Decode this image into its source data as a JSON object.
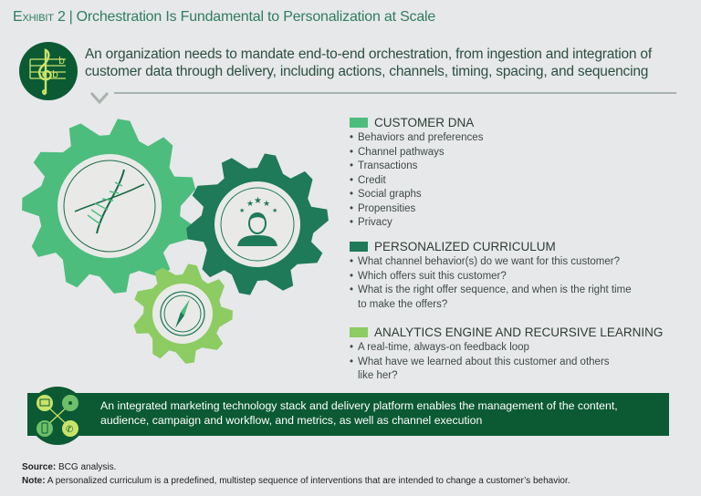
{
  "header": {
    "exhibit": "Exhibit 2",
    "title": "Orchestration Is Fundamental to Personalization at Scale",
    "intro": "An organization needs to mandate end-to-end orchestration, from ingestion and integration of customer data through delivery, including actions, channels, timing, spacing, and sequencing"
  },
  "icons": {
    "intro": "music-score-icon",
    "gear1": "dna-icon",
    "gear2": "customer-rating-icon",
    "gear3": "compass-icon",
    "bar": "channels-network-icon"
  },
  "colors": {
    "background": "#e7e8ea",
    "dna": "#4dbd7e",
    "curriculum": "#1e7a58",
    "analytics": "#8ccc62",
    "dark": "#0b5a33",
    "title": "#2f7d5e"
  },
  "sections": [
    {
      "heading": "CUSTOMER DNA",
      "items": [
        "Behaviors and preferences",
        "Channel pathways",
        "Transactions",
        "Credit",
        "Social graphs",
        "Propensities",
        "Privacy"
      ]
    },
    {
      "heading": "PERSONALIZED CURRICULUM",
      "items": [
        "What channel behavior(s) do we want for this customer?",
        "Which offers suit this customer?",
        "What is the right offer sequence, and when is the right time to make the offers?"
      ]
    },
    {
      "heading": "ANALYTICS ENGINE AND RECURSIVE LEARNING",
      "items": [
        "A real-time, always-on feedback loop",
        "What have we learned about this customer and others like her?"
      ]
    }
  ],
  "bar": {
    "text": "An integrated marketing technology stack and delivery platform enables the management of the content, audience, campaign and workflow, and metrics, as well as channel execution"
  },
  "footer": {
    "source_label": "Source:",
    "source": "BCG analysis.",
    "note_label": "Note:",
    "note": "A personalized curriculum is a predefined, multistep sequence of interventions that are intended to change a customer’s behavior."
  }
}
